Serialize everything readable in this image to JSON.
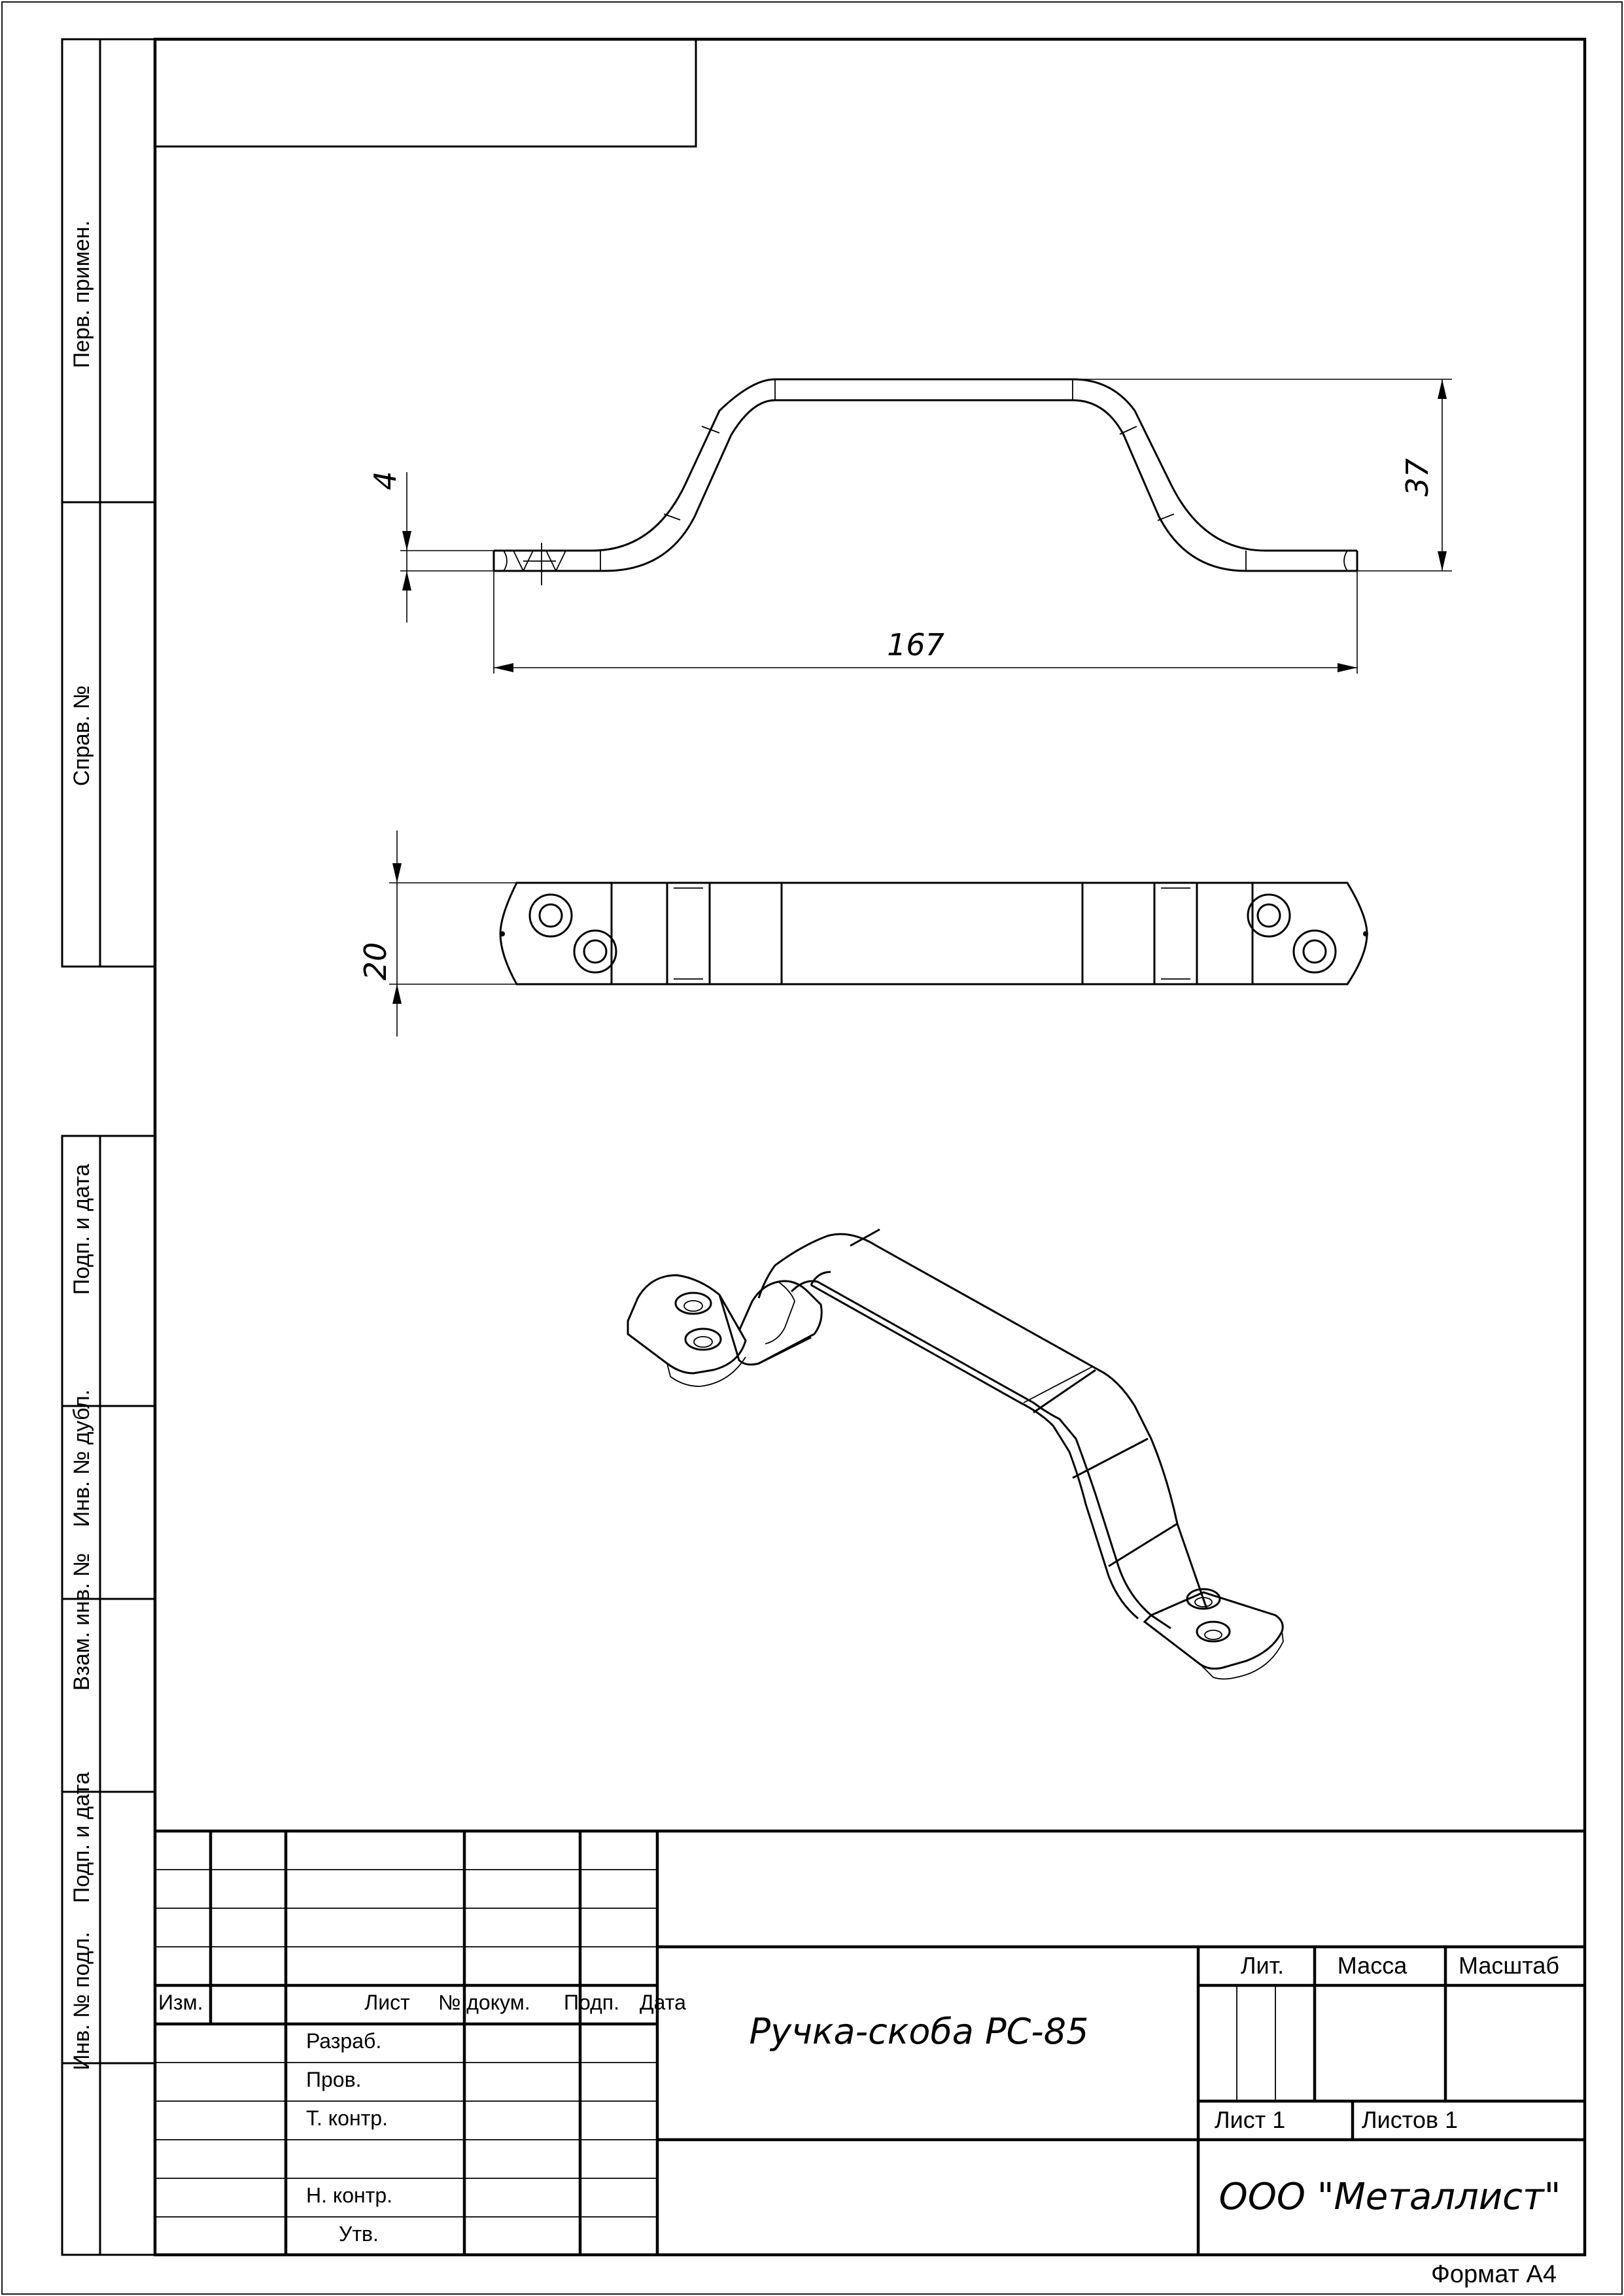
{
  "side_stamps": {
    "perv_primen": "Перв. примен.",
    "sprav_no": "Справ. №",
    "podp_data_1": "Подп. и дата",
    "inv_dubl": "Инв. № дубл.",
    "vzam_inv": "Взам. инв. №",
    "podp_data_2": "Подп. и дата",
    "inv_podl": "Инв. № подл."
  },
  "dimensions": {
    "thickness": "4",
    "height": "37",
    "length": "167",
    "width": "20"
  },
  "title_block": {
    "col_izm": "Изм.",
    "col_list": "Лист",
    "col_docum": "№ докум.",
    "col_podp": "Подп.",
    "col_data": "Дата",
    "row_razrab": "Разраб.",
    "row_prov": "Пров.",
    "row_tkontr": "Т. контр.",
    "row_nkontr": "Н. контр.",
    "row_utv": "Утв.",
    "lit": "Лит.",
    "massa": "Масса",
    "masshtab": "Масштаб",
    "sheet": "Лист 1",
    "sheets": "Листов 1",
    "part_name": "Ручка-скоба РС-85",
    "company": "ООО \"Металлист\""
  },
  "format": "Формат А4"
}
